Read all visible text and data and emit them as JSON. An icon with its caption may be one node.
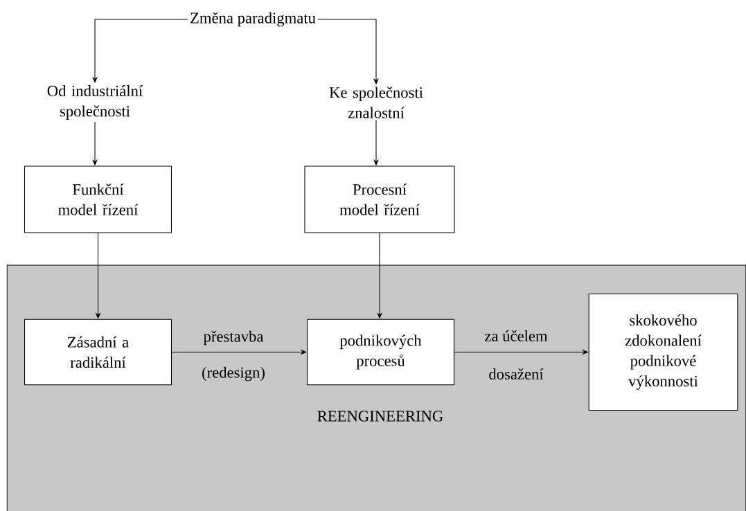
{
  "diagram": {
    "nodes": [
      {
        "text": [
          "Změna paradigmatu"
        ]
      },
      {
        "text": [
          "Od industriální společnosti"
        ]
      },
      {
        "text": [
          "Ke společnosti znalostní"
        ]
      },
      {
        "text": [
          "Funkční model řízení"
        ]
      },
      {
        "text": [
          "Procesní model řízení"
        ]
      },
      {
        "text": [
          "REENGINEERING"
        ]
      },
      {
        "text": [
          "Zásadní a radikální"
        ],
        "in": 5
      },
      {
        "text": [
          "podnikových procesů"
        ],
        "in": 5
      },
      {
        "text": [
          "skokového zdokonalení podnikové výkonnosti"
        ],
        "in": 5
      }
    ],
    "edges": [
      {
        "from": 0,
        "to": 1,
        "arrow": "to"
      },
      {
        "from": 0,
        "to": 2,
        "arrow": "to"
      },
      {
        "from": 1,
        "to": 3,
        "arrow": "to"
      },
      {
        "from": 2,
        "to": 4,
        "arrow": "to"
      },
      {
        "from": 3,
        "to": 6,
        "arrow": "to"
      },
      {
        "from": 4,
        "to": 7,
        "arrow": "to"
      },
      {
        "from": 6,
        "to": 7,
        "arrow": "to",
        "label": "přestavba"
      },
      {
        "from": 7,
        "to": 8,
        "arrow": "to",
        "label": "za účelem"
      }
    ],
    "labels": [
      "(redesign)",
      "dosažení"
    ]
  }
}
